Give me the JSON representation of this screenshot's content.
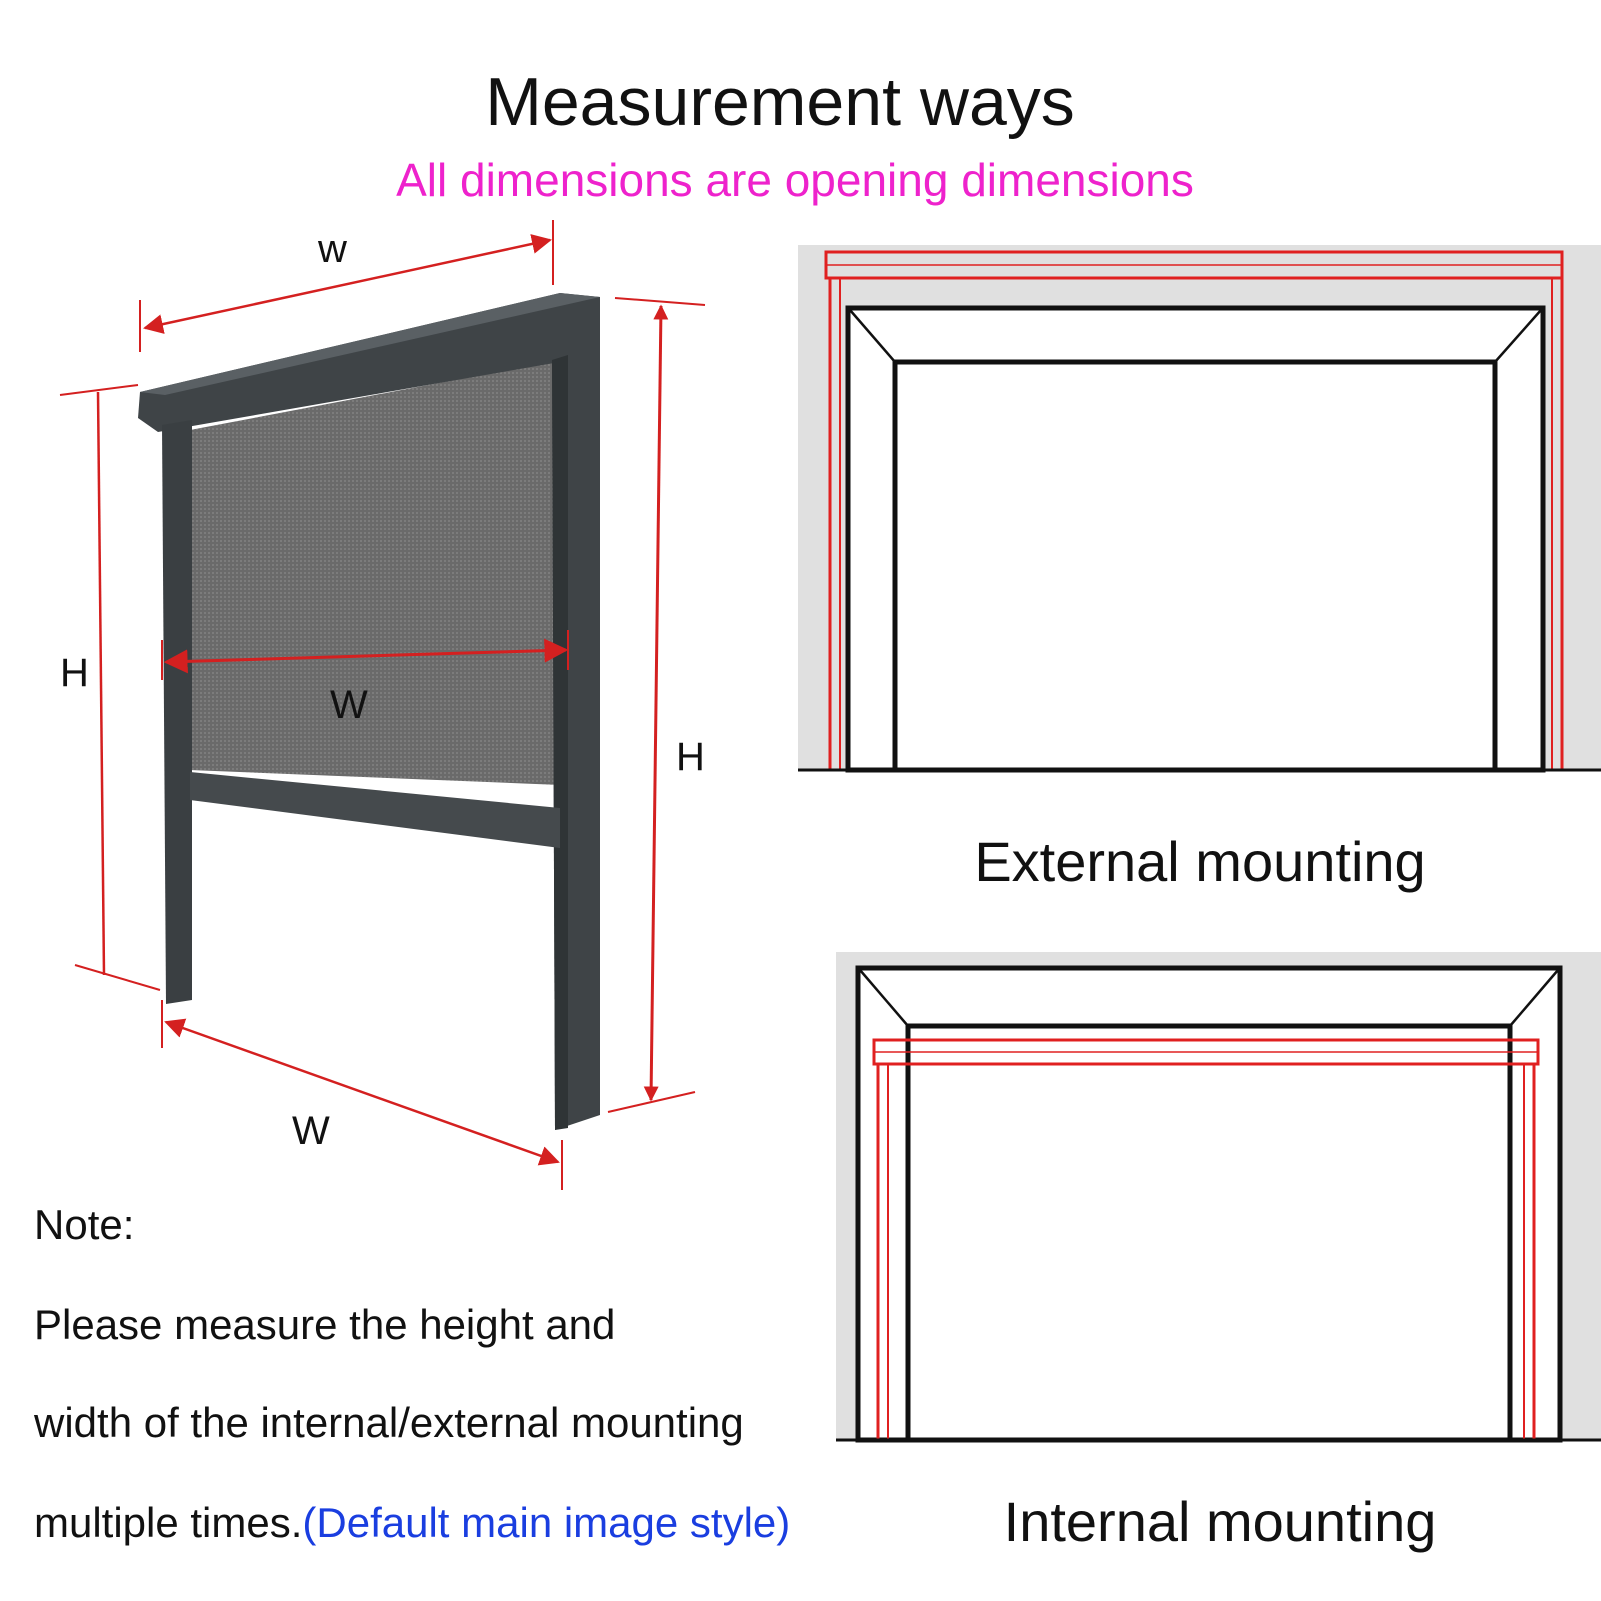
{
  "header": {
    "title": "Measurement ways",
    "subtitle": "All dimensions are opening dimensions"
  },
  "screen_diagram": {
    "labels": {
      "top_width": "w",
      "left_height": "H",
      "right_height": "H",
      "middle_width": "W",
      "bottom_width": "W"
    }
  },
  "external_mounting": {
    "caption": "External mounting"
  },
  "internal_mounting": {
    "caption": "Internal mounting"
  },
  "note": {
    "label": "Note:",
    "line1": "Please measure the height and",
    "line2": "width of the internal/external mounting",
    "line3": "multiple times.",
    "highlight": "(Default main image style)"
  },
  "colors": {
    "title": "#111111",
    "subtitle": "#ee22cc",
    "dimension_red": "#d42020",
    "frame_dark": "#3f4447",
    "mesh": "#6e6e6e",
    "wall_gray": "#e0e0e0",
    "highlight_blue": "#1a3ee0"
  }
}
